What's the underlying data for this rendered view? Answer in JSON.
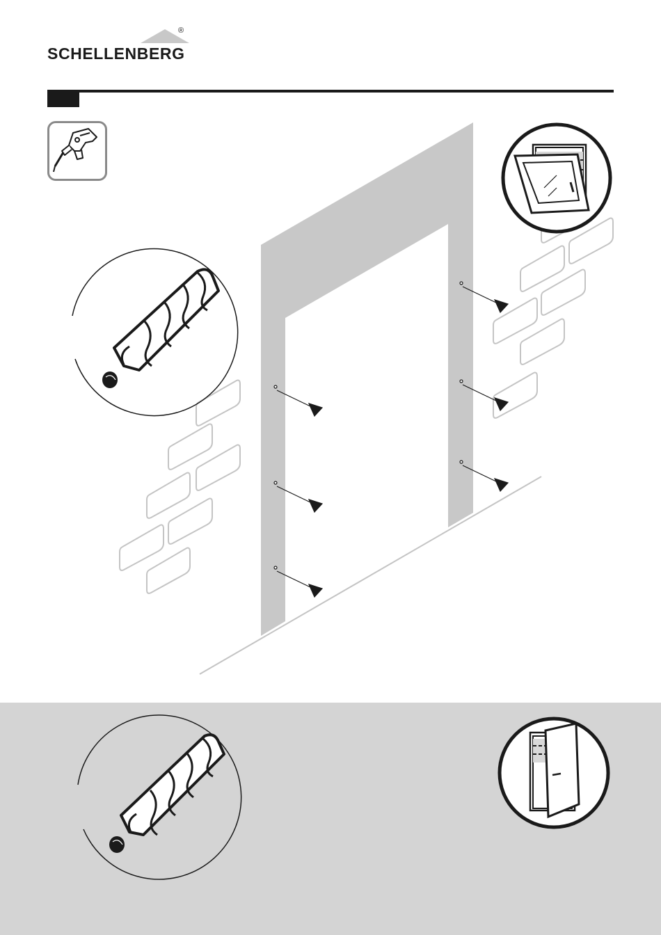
{
  "brand": {
    "name": "SCHELLENBERG",
    "registered_mark": "®"
  },
  "header": {
    "step_label": ""
  },
  "icons": {
    "tool": "drill-icon",
    "closed_window_detail": "tilted-window-icon",
    "door_detail": "open-door-icon",
    "wall_plug_detail": "wall-plug-icon",
    "drill_marks": "drill-position-arrow-icon"
  },
  "colors": {
    "frame": "#c8c8c8",
    "ink": "#1a1a1a",
    "brick_outline": "#c4c4c4",
    "panel": "#d4d4d4",
    "tool_border": "#8a8a8a"
  },
  "drill_points": {
    "left_side": 3,
    "right_side": 3
  }
}
